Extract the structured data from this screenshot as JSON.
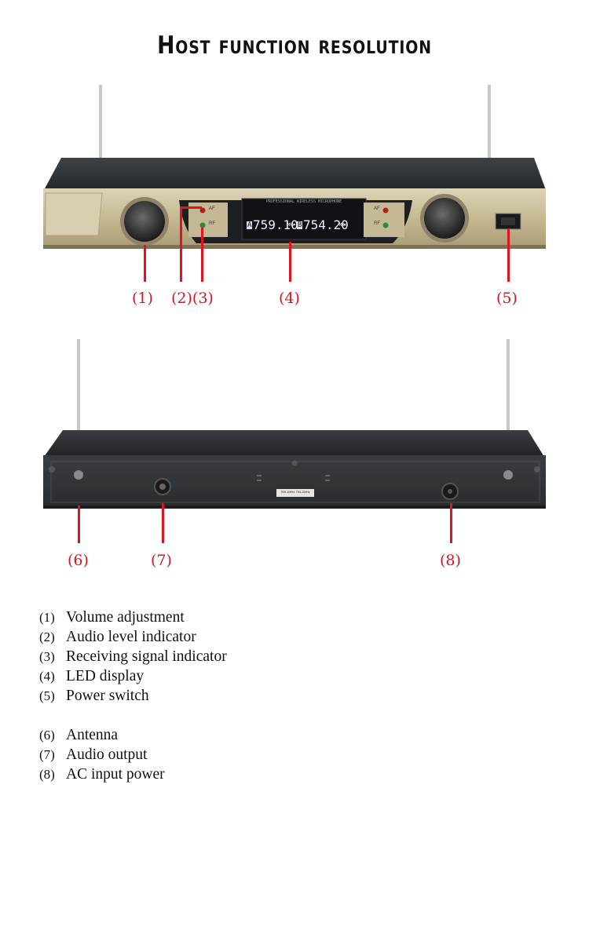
{
  "title": "Host function resolution",
  "front": {
    "display_header": "PROFESSIONAL WIRELESS MICROPHONE",
    "channel_a": {
      "letter": "A",
      "freq": "759.10",
      "unit": "MHz"
    },
    "channel_b": {
      "letter": "B",
      "freq": "754.20",
      "unit": "MHz"
    },
    "af_label": "AF",
    "rf_label": "RF",
    "callouts": [
      "(1)",
      "(2)(3)",
      "(4)",
      "(5)"
    ]
  },
  "rear": {
    "sticker": "759.1MHz 754.2MHz",
    "callouts": [
      "(6)",
      "(7)",
      "(8)"
    ]
  },
  "legend_group1": [
    {
      "num": "(1)",
      "text": "Volume adjustment"
    },
    {
      "num": "(2)",
      "text": "Audio level indicator"
    },
    {
      "num": "(3)",
      "text": "Receiving signal indicator"
    },
    {
      "num": "(4)",
      "text": "LED display"
    },
    {
      "num": "(5)",
      "text": "Power switch"
    }
  ],
  "legend_group2": [
    {
      "num": "(6)",
      "text": "Antenna"
    },
    {
      "num": "(7)",
      "text": "Audio output"
    },
    {
      "num": "(8)",
      "text": "AC input power"
    }
  ],
  "colors": {
    "accent_red": "#e0141e",
    "gold_panel": "#c9bd9c",
    "chassis": "#2c3033"
  }
}
